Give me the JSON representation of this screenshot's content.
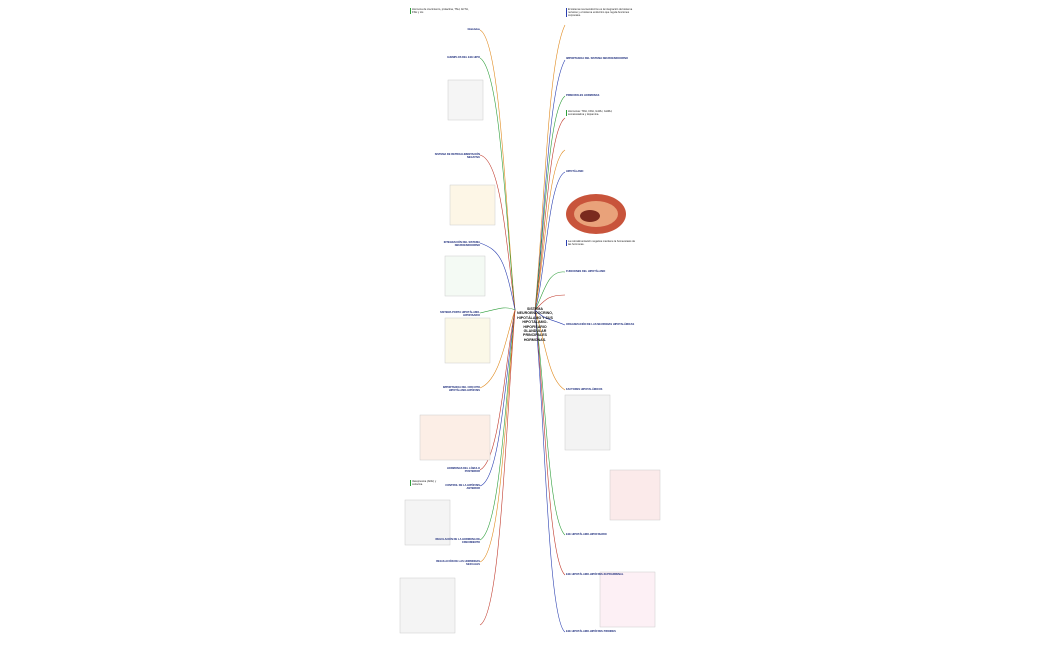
{
  "central_topic": "SISTEMA NEUROENDOCRINO, HIPOTÁLAMO Y SUS HIPOTÁLAMO-HIPOFISARIO GLANDULAR PRINCIPALES HORMONAS.",
  "labels": {
    "r1": "IMPORTANCIA DEL SISTEMA NEUROENDOCRINO",
    "r2": "PRINCIPALES HORMONAS",
    "r3": "HIPOTÁLAMO",
    "r4": "FUNCIONES DEL HIPOTÁLAMO",
    "r5": "ORGANIZACIÓN DE LAS NEURONAS HIPOTALÁMICAS",
    "r6": "FACTORES HIPOTALÁMICOS",
    "r7": "EJE HIPOTÁLAMO-HIPOFISARIO",
    "r8": "EJE HIPOTÁLAMO-HIPÓFISIS-SUPRARRENAL",
    "r9": "EJE HIPOTÁLAMO-HIPÓFISIS-TIROIDES",
    "l1": "Glándulas",
    "l2": "EJEMPLOS DEL EJE HIPO",
    "l3": "SISTEMA DE RETROALIMENTACIÓN NEGATIVA",
    "l4": "INTEGRACIÓN DEL SISTEMA NEUROENDOCRINO",
    "l5": "SISTEMA PORTA HIPOTÁLAMO-HIPOFISARIO",
    "l6": "IMPORTANCIA DEL CIRCUITO HIPOTÁLAMO-HIPÓFISIS",
    "l7": "HORMONAS DEL LÓBULO POSTERIOR",
    "l8": "CONTROL DE LA HIPÓFISIS ANTERIOR",
    "l9": "REGULACIÓN DE LA HORMONA DE CRECIMIENTO",
    "l10": "REGULACIÓN DE LAS HORMONAS SEXUALES"
  },
  "texts": {
    "t1": "El sistema neuroendocrino es la integración del sistema nervioso y el sistema endocrino que regula funciones corporales.",
    "t2": "Hormonas: TRH, CRH, GnRH, GHRH, somatostatina y dopamina.",
    "t3": "La retroalimentación negativa mantiene la homeostasis de las hormonas.",
    "t4": "Vasopresina (ADH) y oxitocina.",
    "t5": "Hormona de crecimiento, prolactina, TSH, ACTH, FSH y LH."
  },
  "colors": {
    "blue_line": "#2a3fb0",
    "green_line": "#2e9e3a",
    "orange_line": "#e08a1e",
    "red_line": "#c0392b"
  }
}
